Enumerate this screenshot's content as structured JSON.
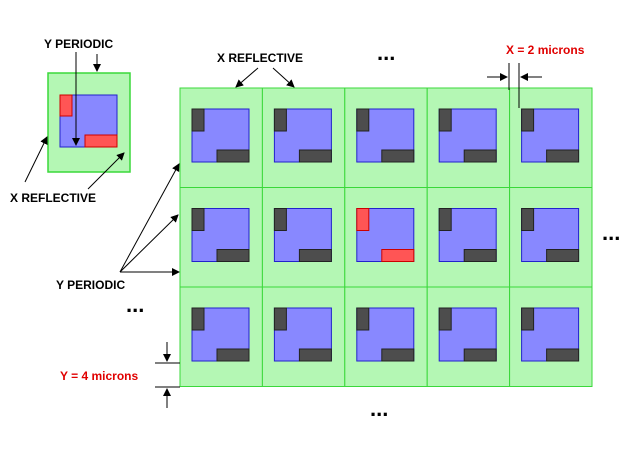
{
  "labels": {
    "y_periodic_top": "Y PERIODIC",
    "x_reflective_top": "X REFLECTIVE",
    "x_reflective_left": "X REFLECTIVE",
    "y_periodic_left": "Y PERIODIC",
    "x_dim": "X = 2 microns",
    "y_dim": "Y = 4 microns",
    "ellipsis": "..."
  },
  "colors": {
    "cell_fill": "#b4f7b4",
    "cell_border": "#3ad83a",
    "blue": "#8888ff",
    "blue_border": "#2222cc",
    "dark": "#4d4d4d",
    "red": "#ff5555",
    "annotation_red": "#e00000"
  },
  "grid": {
    "rows": 3,
    "cols": 5,
    "highlight_cell": [
      1,
      2
    ]
  }
}
